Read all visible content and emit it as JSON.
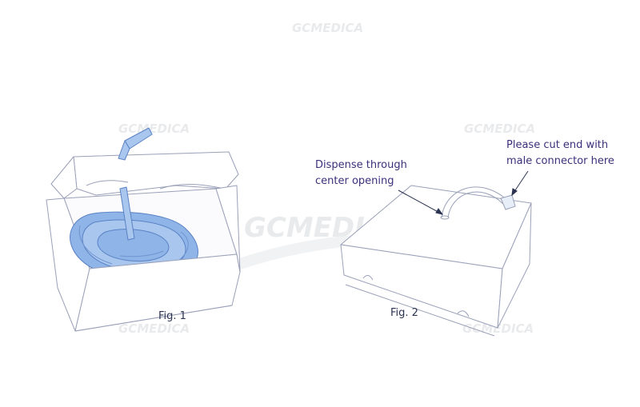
{
  "watermark": {
    "text": "GCMEDICA"
  },
  "figures": [
    {
      "label": "Fig. 1"
    },
    {
      "label": "Fig. 2"
    }
  ],
  "callouts": {
    "dispense": [
      "Dispense through",
      "center opening"
    ],
    "cut": [
      "Please cut end with",
      "male connector here"
    ]
  },
  "colors": {
    "outline": "#9aa0b8",
    "tubing": "#8fb4e8",
    "tubing_dark": "#5a82c4",
    "text": "#3d2f7a",
    "watermark": "#e9eaec"
  }
}
